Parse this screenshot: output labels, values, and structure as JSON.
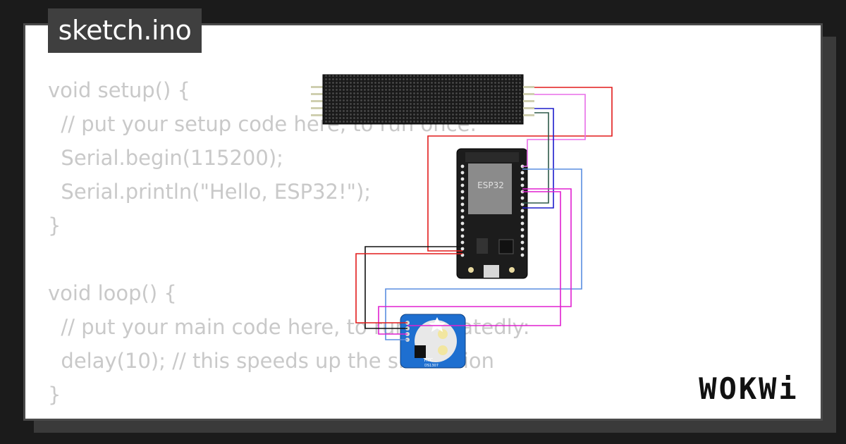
{
  "tab": {
    "filename": "sketch.ino"
  },
  "code": {
    "lines": [
      "void setup() {",
      "  // put your setup code here, to run once:",
      "  Serial.begin(115200);",
      "  Serial.println(\"Hello, ESP32!\");",
      "}",
      "",
      "void loop() {",
      "  // put your main code here, to run repeatedly:",
      "  delay(10); // this speeds up the simulation",
      "}"
    ]
  },
  "circuit": {
    "esp32_label": "ESP32",
    "rtc_label": "RTC",
    "rtc_chip": "DS1307",
    "wire_colors": {
      "red": "#e21b1b",
      "pink": "#e86ee8",
      "blue": "#1d1dcc",
      "dark_green": "#2f5a4a",
      "light_blue": "#5a8ee0",
      "magenta": "#e020d0",
      "black": "#111111"
    }
  },
  "brand": {
    "logo_text": "WOKWi"
  }
}
